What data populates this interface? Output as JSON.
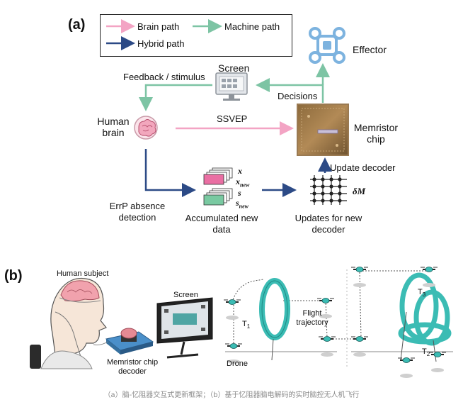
{
  "panel_a": {
    "label": "(a)",
    "legend": {
      "brain_path": "Brain path",
      "machine_path": "Machine path",
      "hybrid_path": "Hybrid path"
    },
    "nodes": {
      "screen": "Screen",
      "effector": "Effector",
      "human_brain_line1": "Human",
      "human_brain_line2": "brain",
      "memristor_line1": "Memristor",
      "memristor_line2": "chip",
      "accumulated_line1": "Accumulated new",
      "accumulated_line2": "data",
      "updates_line1": "Updates for new",
      "updates_line2": "decoder"
    },
    "edges": {
      "feedback": "Feedback / stimulus",
      "decisions": "Decisions",
      "ssvep": "SSVEP",
      "update_decoder": "Update decoder",
      "errp_line1": "ErrP absence",
      "errp_line2": "detection"
    },
    "math": {
      "x": "x",
      "x_new_base": "x",
      "x_new_sub": "new",
      "s": "s",
      "s_new_base": "s",
      "s_new_sub": "new",
      "delta_m": "δM"
    },
    "colors": {
      "brain": "#f3a4c4",
      "machine": "#7dc4a4",
      "hybrid": "#2c4a86"
    }
  },
  "panel_b": {
    "label": "(b)",
    "human_subject": "Human subject",
    "screen": "Screen",
    "memristor_line1": "Memristor chip",
    "memristor_line2": "decoder",
    "flight_line1": "Flight",
    "flight_line2": "trajectory",
    "t1_base": "T",
    "t1_sub": "1",
    "t2_base": "T",
    "t2_sub": "2",
    "t3_base": "T",
    "t3_sub": "3",
    "drone": "Drone",
    "teal": "#3bbcb4"
  },
  "caption": "（a）脑-忆阻器交互式更新框架；（b）基于忆阻器脑电解码的实时脑控无人机飞行"
}
